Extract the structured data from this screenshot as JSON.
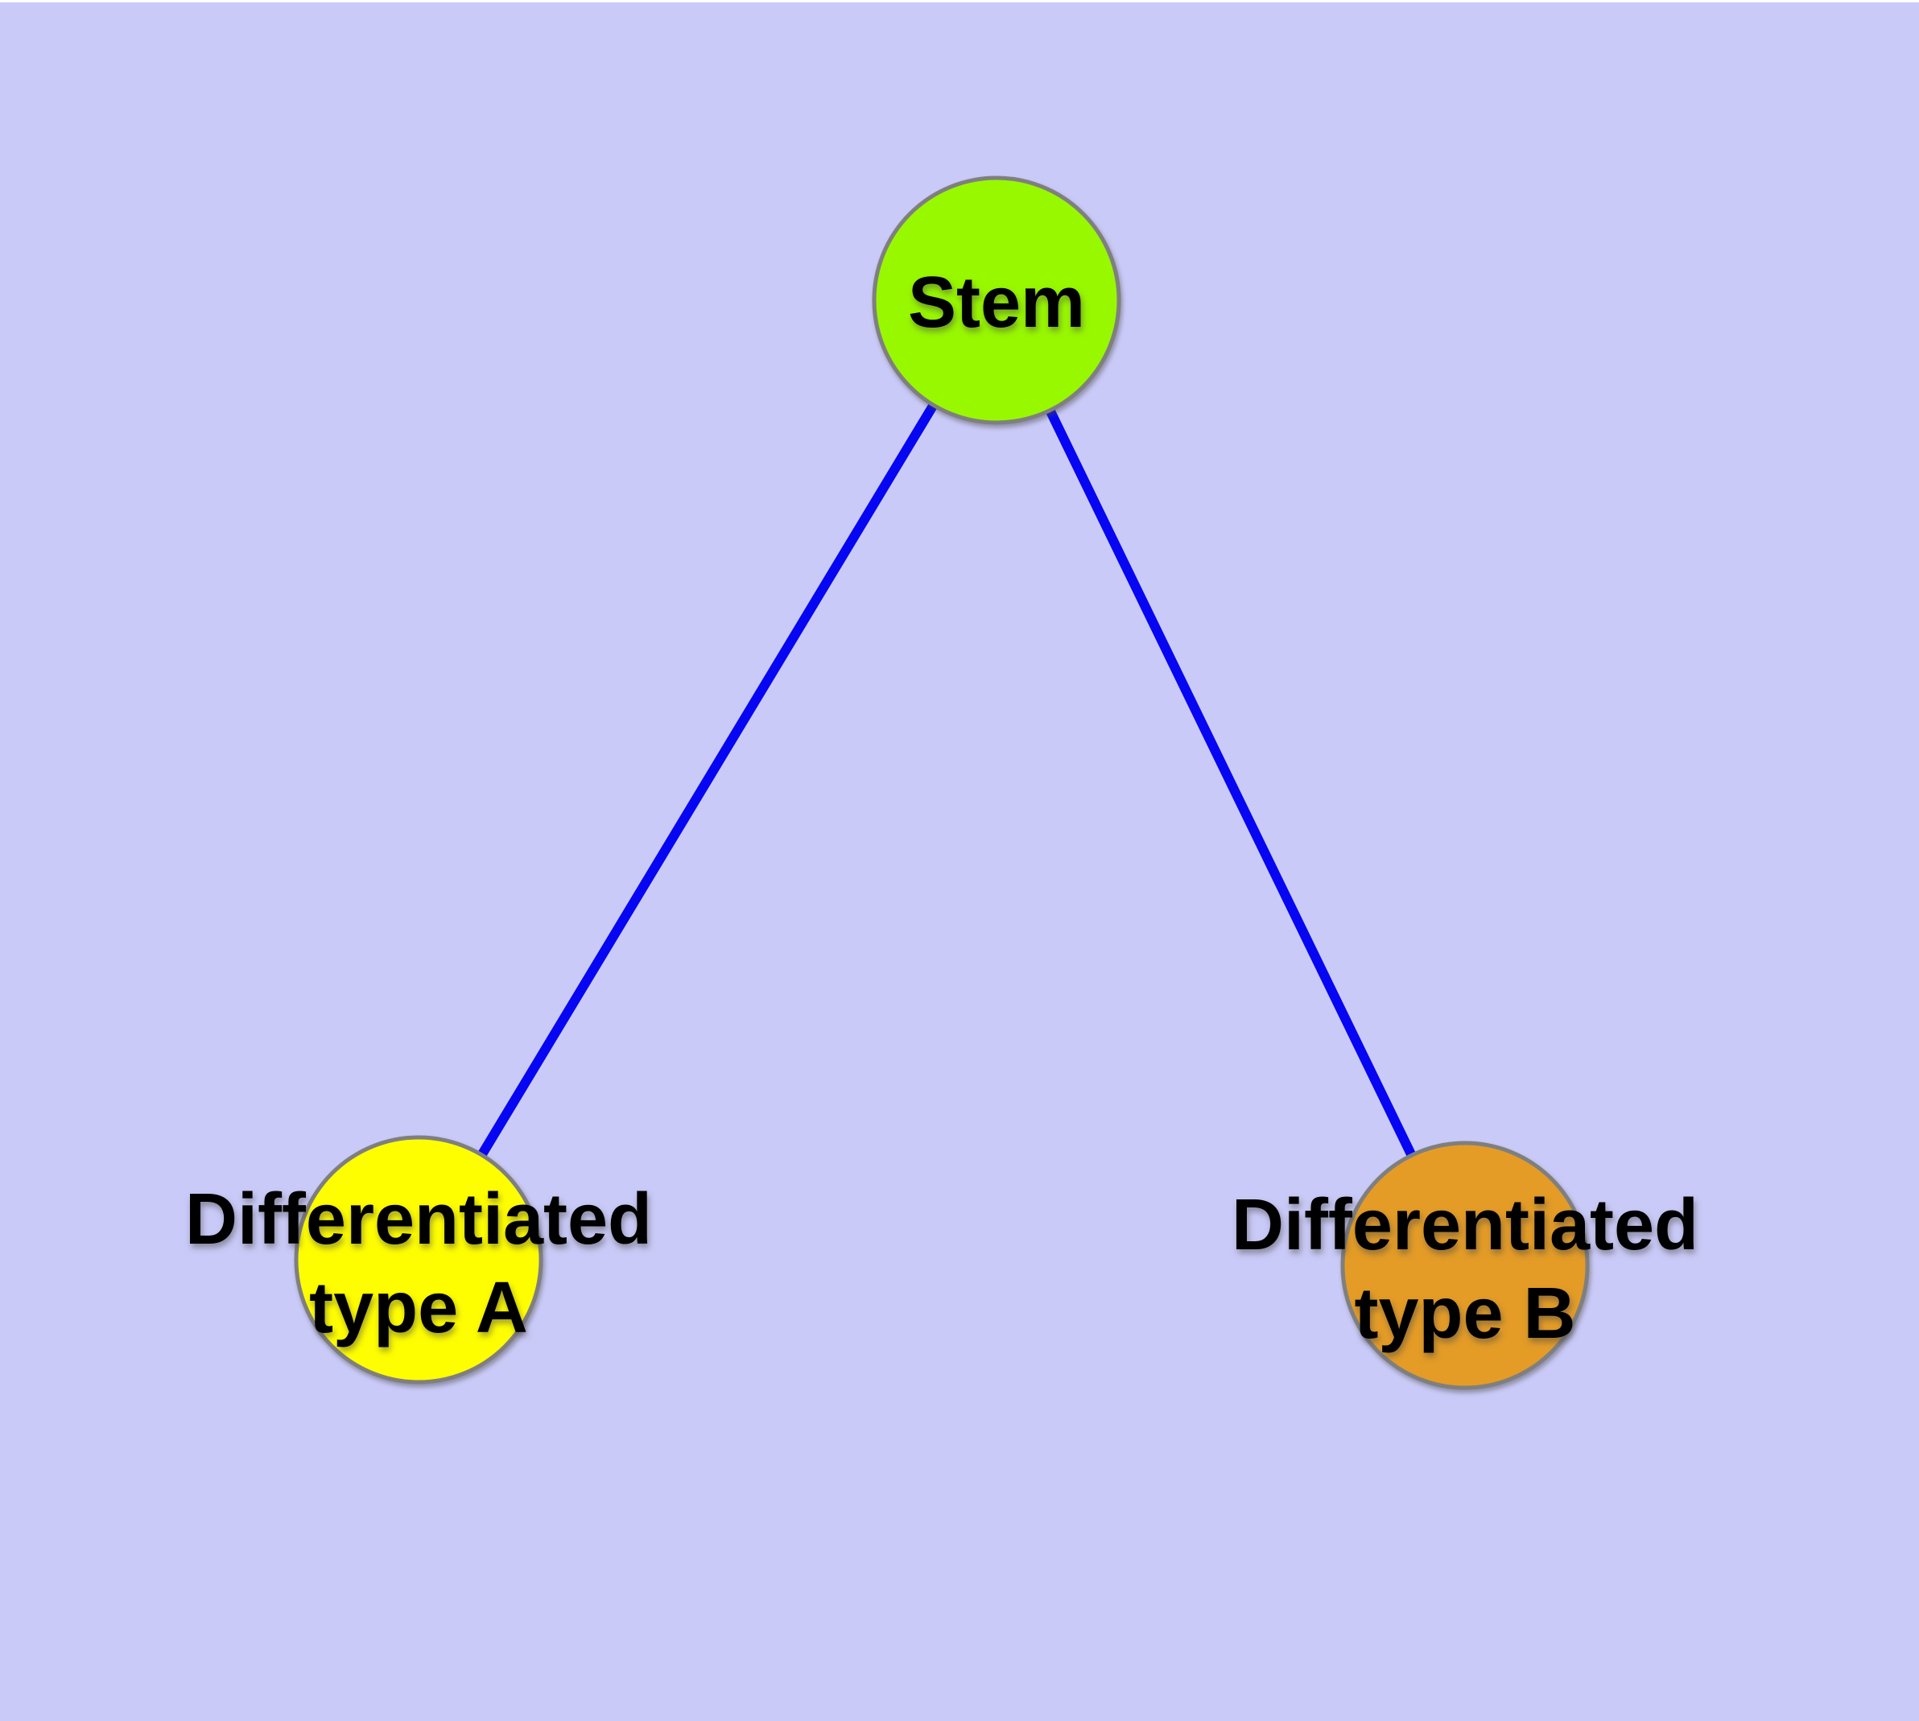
{
  "diagram": {
    "background_color": "#cacaf8",
    "edge_color": "#0606f2",
    "node_border_color": "#7f7f7f",
    "label_text_color": "#000000",
    "nodes": {
      "stem": {
        "label": "Stem",
        "color": "#98f800"
      },
      "type_a": {
        "label_line1": "Differentiated",
        "label_line2": "type A",
        "color": "#fffe00"
      },
      "type_b": {
        "label_line1": "Differentiated",
        "label_line2": "type B",
        "color": "#e49c27"
      }
    },
    "edges": [
      {
        "from": "Stem",
        "to": "Differentiated type A"
      },
      {
        "from": "Stem",
        "to": "Differentiated type B"
      }
    ]
  }
}
